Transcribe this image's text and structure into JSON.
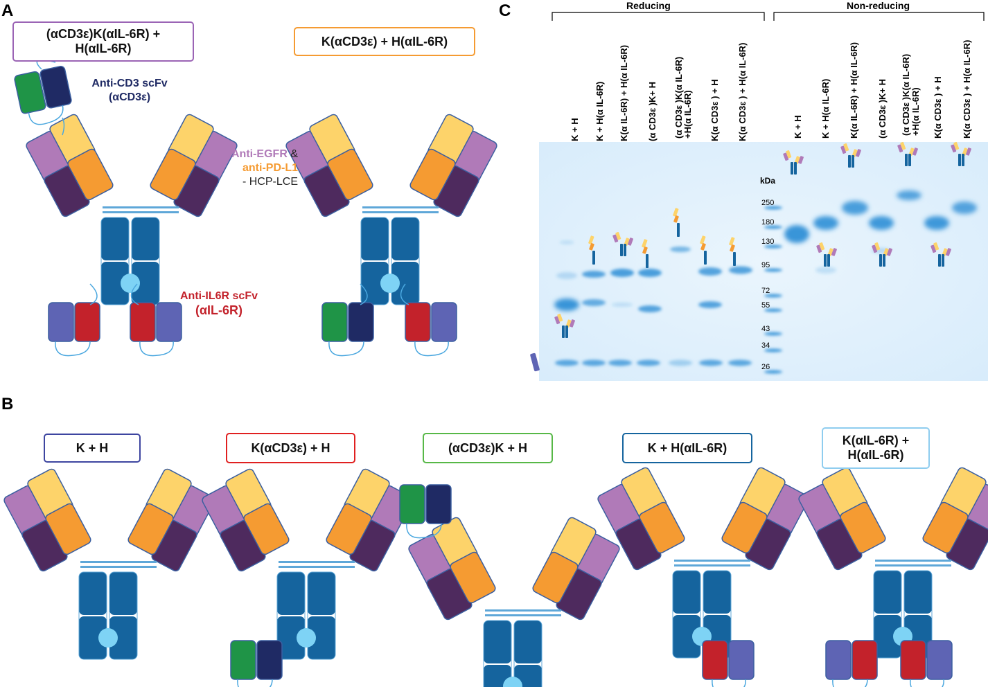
{
  "panels": {
    "a": "A",
    "b": "B",
    "c": "C"
  },
  "panel_a": {
    "box1_line1": "(αCD3ε)K(αIL-6R) +",
    "box1_line2": "H(αIL-6R)",
    "box2": "K(αCD3ε) + H(αIL-6R)",
    "cd3_line1": "Anti-CD3 scFv",
    "cd3_line2": "(αCD3ε)",
    "egfr_a": "Anti-EGFR",
    "egfr_amp": " &",
    "pdl1": "anti-PD-L1",
    "hcp": "- HCP-LCE",
    "il6r_line1": "Anti-IL6R scFv",
    "il6r_line2": "(αIL-6R)"
  },
  "panel_b": {
    "boxes": [
      "K + H",
      "K(αCD3ε) + H",
      "(αCD3ε)K + H",
      "K + H(αIL-6R)",
      "K(αIL-6R) +",
      "H(αIL-6R)"
    ]
  },
  "panel_c": {
    "reducing": "Reducing",
    "nonreducing": "Non-reducing",
    "kda": "kDa",
    "lanes": [
      "K + H",
      "K + H(α IL-6R)",
      "K(α IL-6R) + H(α IL-6R)",
      "(α CD3ε )K+ H",
      "(α CD3ε )K(α IL-6R)",
      "+H(α IL-6R)",
      "K(α CD3ε ) + H",
      "K(α CD3ε ) + H(α IL-6R)",
      "K + H",
      "K + H(α IL-6R)",
      "K(α IL-6R) + H(α IL-6R)",
      "(α CD3ε )K+ H",
      "(α CD3ε )K(α IL-6R)",
      "+H(α IL-6R)",
      "K(α CD3ε ) + H",
      "K(α CD3ε ) + H(α IL-6R)"
    ],
    "markers": [
      "250",
      "180",
      "130",
      "95",
      "72",
      "55",
      "43",
      "34",
      "26"
    ]
  },
  "colors": {
    "purple": "#b07ab8",
    "dark_purple": "#4e2a5e",
    "yellow": "#fdd36a",
    "orange": "#f59b32",
    "blue": "#15649e",
    "light_blue": "#7ed3f5",
    "green": "#1f9447",
    "navy": "#1f2a64",
    "red": "#c3222b",
    "slate": "#5e64b4",
    "gel": "#e2f1fc",
    "band": "#2f8fd6"
  }
}
